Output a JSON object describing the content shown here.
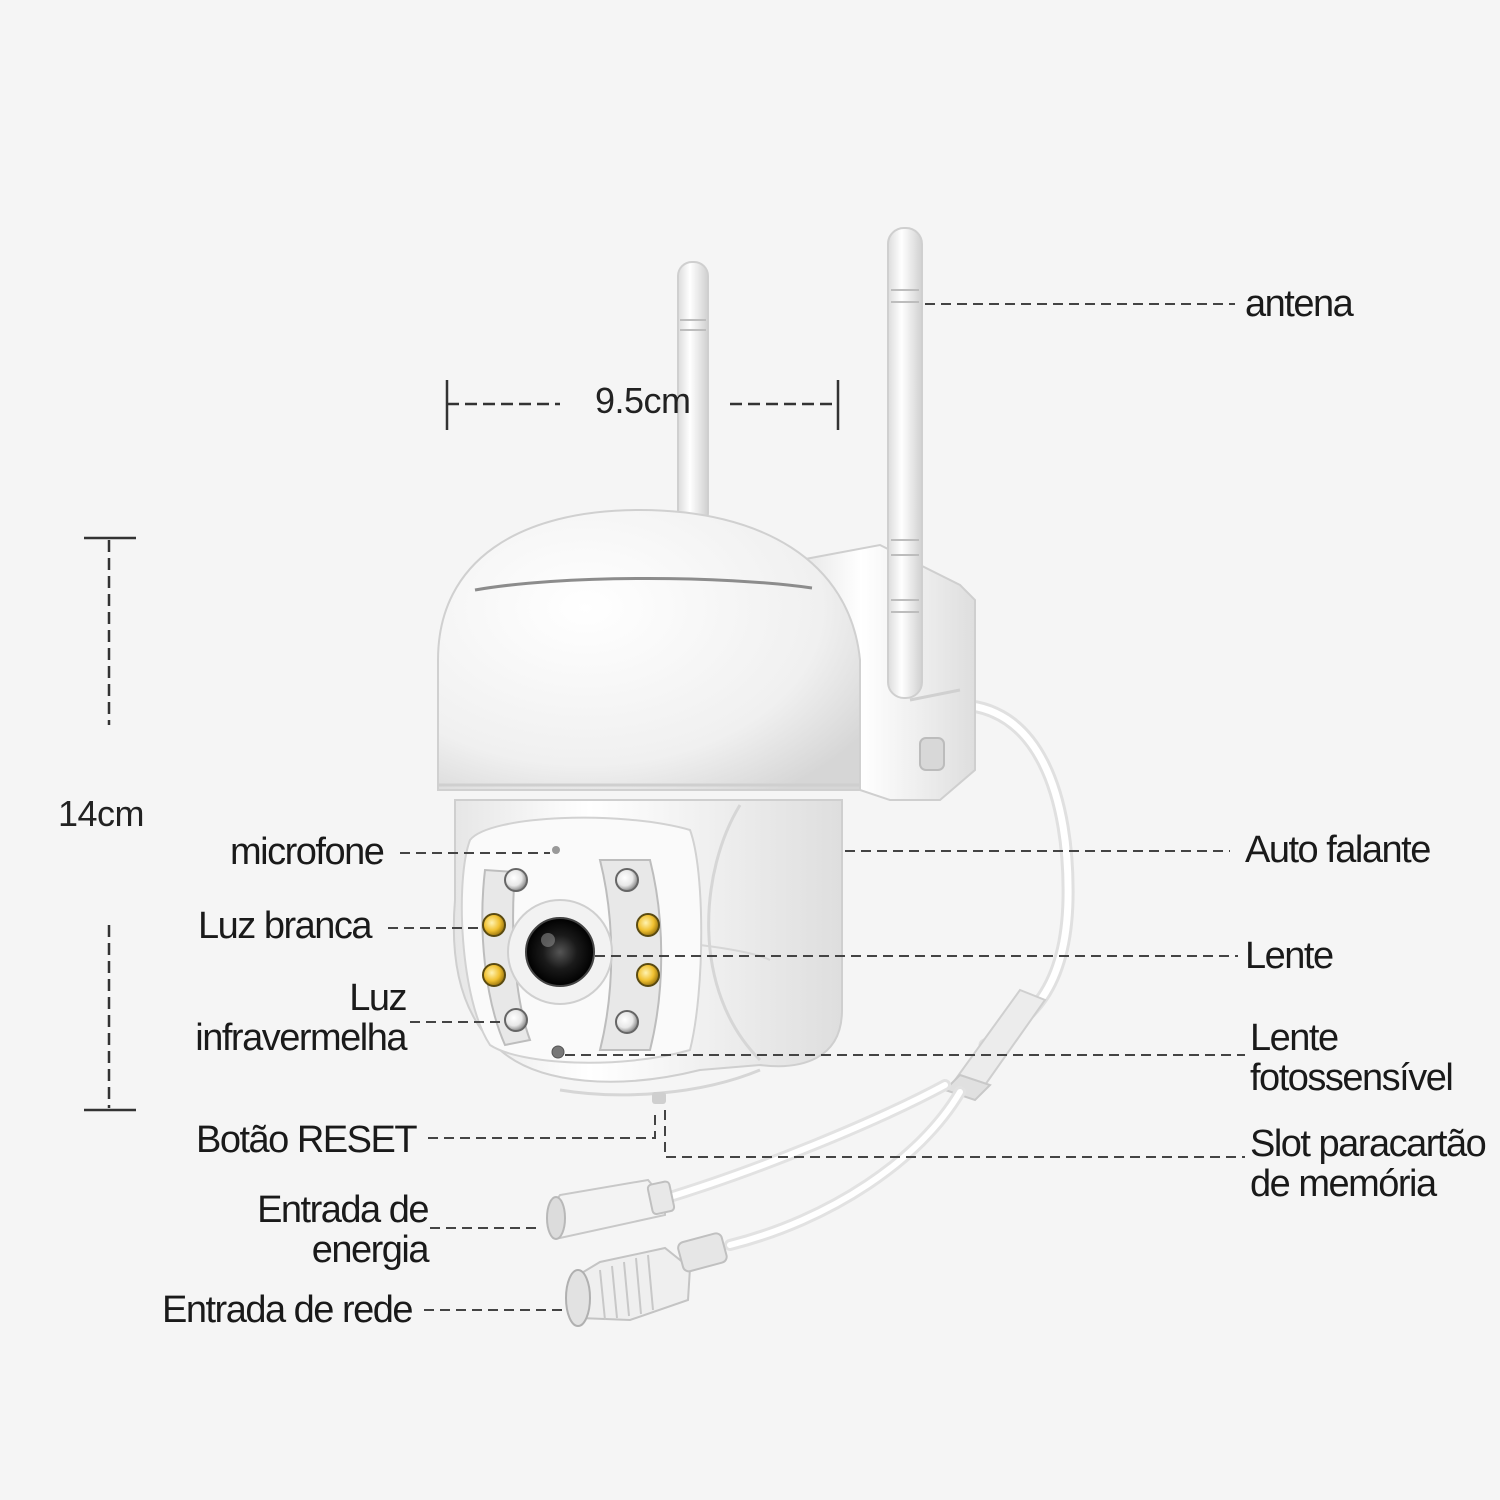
{
  "dimensions": {
    "width": "9.5cm",
    "height": "14cm"
  },
  "labels": {
    "antenna": "antena",
    "microphone": "microfone",
    "speaker": "Auto falante",
    "white_light": "Luz branca",
    "lens": "Lente",
    "infrared_light": [
      "Luz",
      "infravermelha"
    ],
    "photosensitive_lens": [
      "Lente",
      "fotossensível"
    ],
    "reset_button": "Botão RESET",
    "memory_card_slot": [
      "Slot paracartão",
      "de memória"
    ],
    "power_input": [
      "Entrada de",
      "energia"
    ],
    "network_input": "Entrada de rede"
  },
  "colors": {
    "background": "#f5f5f5",
    "camera_body": "#ffffff",
    "white_led": "#e8e8e8",
    "infrared_led": "#f0c030",
    "lens": "#1a1a1a"
  }
}
